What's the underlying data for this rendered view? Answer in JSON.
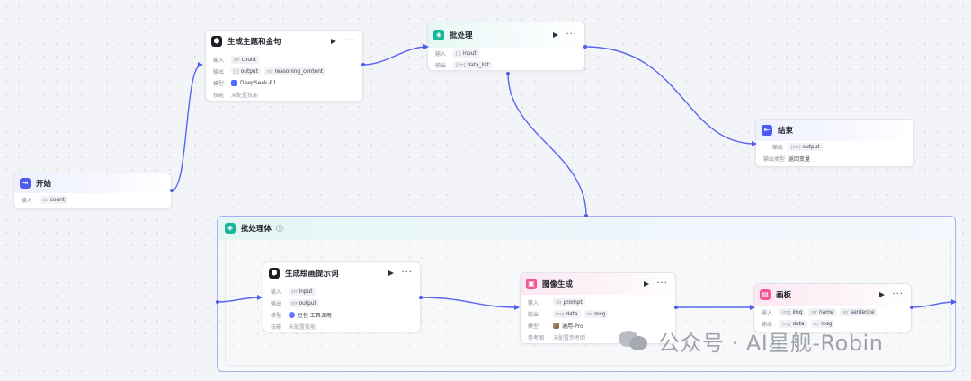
{
  "nodes": {
    "start": {
      "title": "开始",
      "input_label": "输入",
      "inputs": [
        {
          "type": "str",
          "name": "count"
        }
      ]
    },
    "gen_theme": {
      "title": "生成主题和金句",
      "input_label": "输入",
      "inputs": [
        {
          "type": "str",
          "name": "count"
        }
      ],
      "output_label": "输出",
      "outputs": [
        {
          "type": "[-]",
          "name": "output"
        },
        {
          "type": "str",
          "name": "reasoning_content"
        }
      ],
      "model_label": "模型",
      "model": "DeepSeek-R1",
      "skill_label": "技能",
      "skill": "未配置技能"
    },
    "batch": {
      "title": "批处理",
      "input_label": "输入",
      "inputs": [
        {
          "type": "[-]",
          "name": "input"
        }
      ],
      "output_label": "输出",
      "outputs": [
        {
          "type": "[str]",
          "name": "data_list"
        }
      ]
    },
    "end": {
      "title": "结束",
      "output_label": "输出",
      "outputs": [
        {
          "type": "[str]",
          "name": "output"
        }
      ],
      "output_type_label": "输出类型",
      "output_type": "返回变量"
    },
    "gen_prompt": {
      "title": "生成绘画提示词",
      "input_label": "输入",
      "inputs": [
        {
          "type": "str",
          "name": "input"
        }
      ],
      "output_label": "输出",
      "outputs": [
        {
          "type": "str",
          "name": "output"
        }
      ],
      "model_label": "模型",
      "model": "豆包·工具调用",
      "skill_label": "技能",
      "skill": "未配置技能"
    },
    "image_gen": {
      "title": "图像生成",
      "input_label": "输入",
      "inputs": [
        {
          "type": "str",
          "name": "prompt"
        }
      ],
      "output_label": "输出",
      "outputs": [
        {
          "type": "img",
          "name": "data"
        },
        {
          "type": "str",
          "name": "msg"
        }
      ],
      "model_label": "模型",
      "model": "通用-Pro",
      "ref_label": "参考图",
      "ref": "未配置参考图"
    },
    "canvas": {
      "title": "画板",
      "input_label": "输入",
      "inputs": [
        {
          "type": "img",
          "name": "img"
        },
        {
          "type": "str",
          "name": "name"
        },
        {
          "type": "str",
          "name": "sentence"
        }
      ],
      "output_label": "输出",
      "outputs": [
        {
          "type": "img",
          "name": "data"
        },
        {
          "type": "str",
          "name": "msg"
        }
      ]
    }
  },
  "group": {
    "title": "批处理体"
  },
  "watermark": {
    "text": "公众号 · AI星舰-Robin"
  },
  "colors": {
    "edge": "#5866f0",
    "group_border": "#a9b1f5",
    "accent_teal": "#18b597",
    "accent_pink": "#f0569a",
    "accent_blue": "#4e5bf1"
  }
}
